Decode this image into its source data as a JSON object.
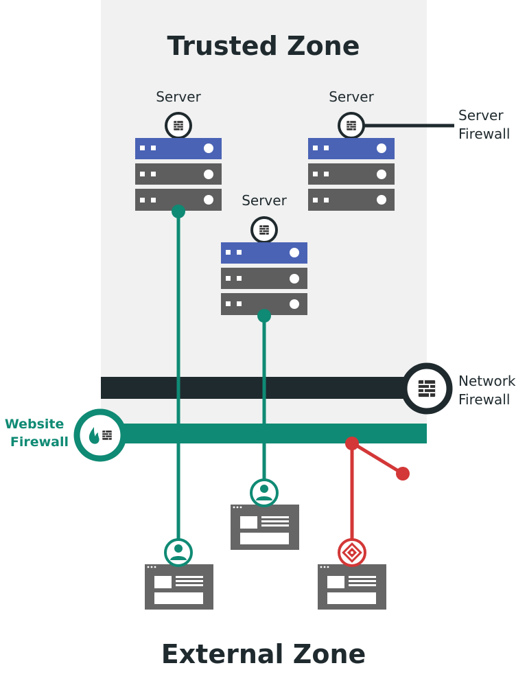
{
  "zones": {
    "trusted": "Trusted Zone",
    "external": "External Zone"
  },
  "servers": [
    {
      "label": "Server"
    },
    {
      "label": "Server"
    },
    {
      "label": "Server"
    }
  ],
  "labels": {
    "server_firewall": [
      "Server",
      "Firewall"
    ],
    "network_firewall": [
      "Network",
      "Firewall"
    ],
    "website_firewall": [
      "Website",
      "Firewall"
    ]
  },
  "colors": {
    "trusted_zone_bg": "#f1f1f1",
    "server_top": "#4a63b5",
    "server_unit": "#5e5e5e",
    "green": "#0f8a74",
    "dark": "#1f2a2e",
    "red": "#d33737",
    "browser": "#666666"
  },
  "icons": {
    "server_firewall": "brick-wall-icon",
    "network_firewall": "brick-wall-icon",
    "website_firewall": "flame-wall-icon",
    "user": "user-icon",
    "threat": "bug-icon"
  }
}
